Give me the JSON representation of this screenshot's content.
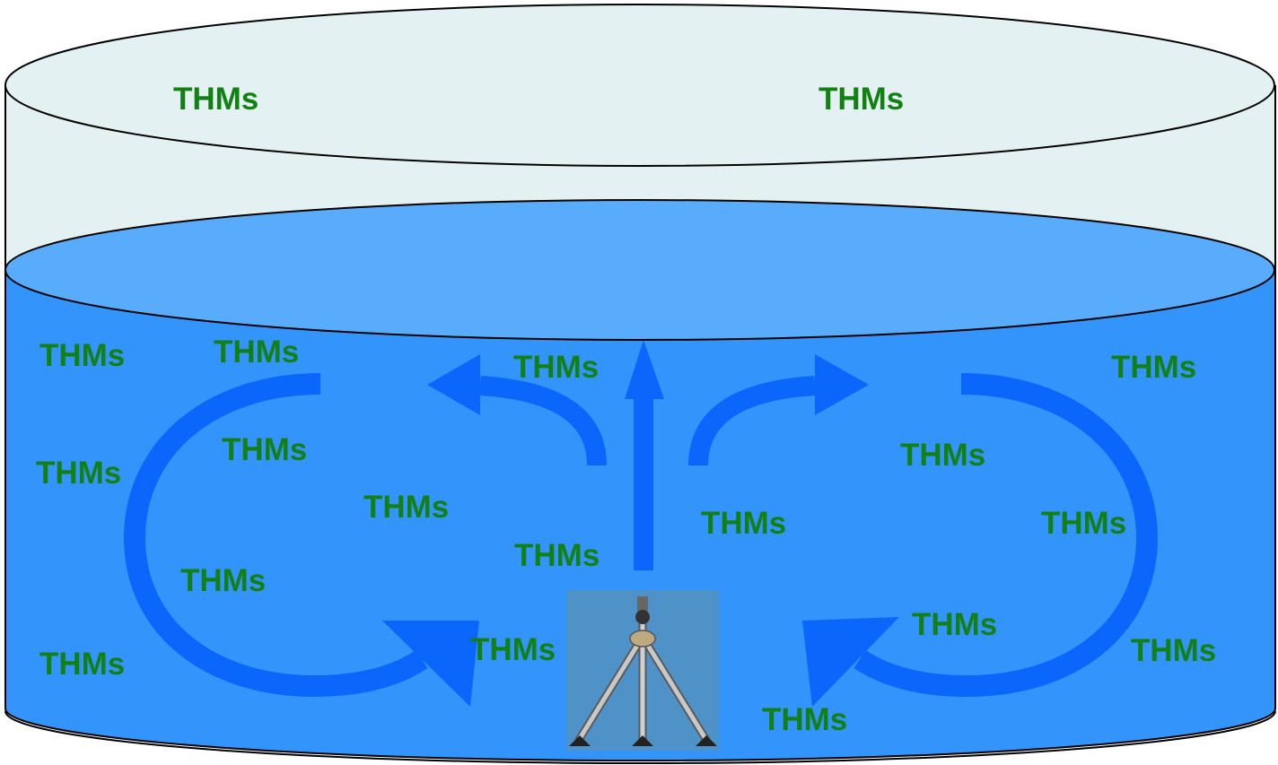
{
  "diagram": {
    "colors": {
      "headspace": "#e3f1f2",
      "water_body": "#3395fc",
      "water_surface": "#58acfb",
      "arrow": "#0b66fc",
      "outline": "#000000",
      "label": "#138013",
      "mixer_box": "#4f92c8"
    },
    "labels": {
      "air_left": "THMs",
      "air_right": "THMs",
      "w01": "THMs",
      "w02": "THMs",
      "w03": "THMs",
      "w04": "THMs",
      "w05": "THMs",
      "w06": "THMs",
      "w07": "THMs",
      "w08": "THMs",
      "w09": "THMs",
      "w10": "THMs",
      "w11": "THMs",
      "w12": "THMs",
      "w13": "THMs",
      "w14": "THMs",
      "w15": "THMs",
      "w16": "THMs",
      "w17": "THMs"
    },
    "icons": {
      "mixer": "tripod-mixer-icon",
      "flow": "circulation-arrow-icon"
    }
  }
}
